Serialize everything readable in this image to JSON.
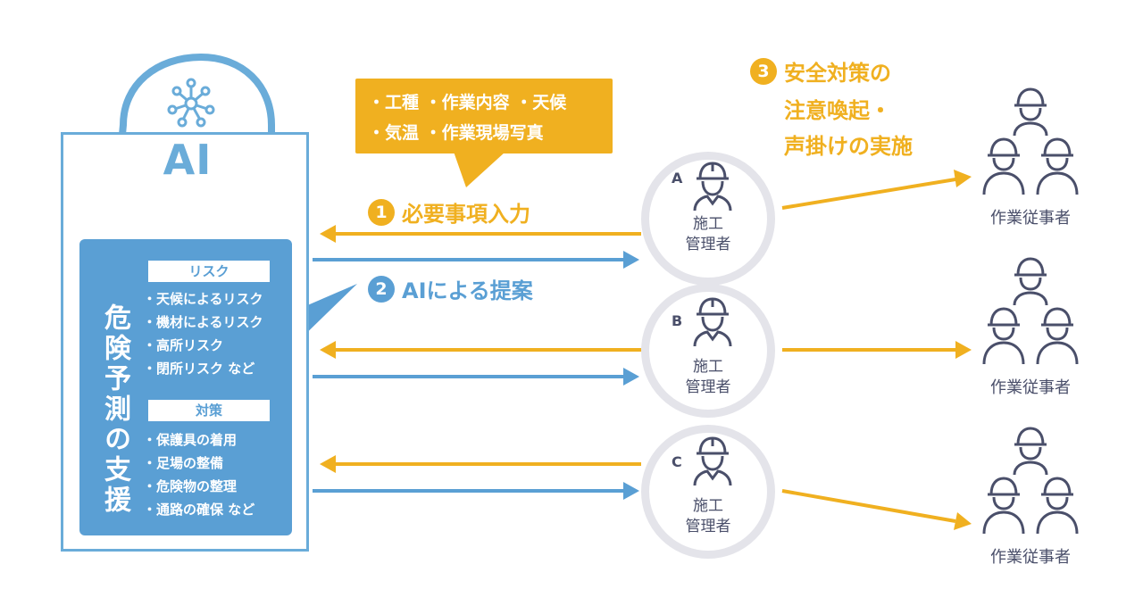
{
  "ai": {
    "label": "AI",
    "title": "危険予測の支援",
    "risk_header": "リスク",
    "risk_items": [
      "・天候によるリスク",
      "・機材によるリスク",
      "・高所リスク",
      "・閉所リスク など"
    ],
    "measure_header": "対策",
    "measure_items": [
      "・保護具の着用",
      "・足場の整備",
      "・危険物の整理",
      "・通路の確保 など"
    ]
  },
  "input_callout": {
    "line1": "・工種 ・作業内容 ・天候",
    "line2": "・気温 ・作業現場写真"
  },
  "steps": {
    "step1": {
      "number": "1",
      "label": "必要事項入力"
    },
    "step2": {
      "number": "2",
      "label": "AIによる提案"
    },
    "step3": {
      "number": "3",
      "line1": "安全対策の",
      "line2": "注意喚起・",
      "line3": "声掛けの実施"
    }
  },
  "managers": [
    {
      "letter": "A",
      "role_line1": "施工",
      "role_line2": "管理者"
    },
    {
      "letter": "B",
      "role_line1": "施工",
      "role_line2": "管理者"
    },
    {
      "letter": "C",
      "role_line1": "施工",
      "role_line2": "管理者"
    }
  ],
  "workers": {
    "caption": "作業従事者"
  },
  "colors": {
    "ai_blue": "#5a9fd4",
    "orange": "#f0b020",
    "icon_gray": "#4a4f6a",
    "circle_border": "#e4e4ea"
  },
  "icons": [
    "ai-head-icon",
    "neural-network-icon",
    "warning-icon",
    "construction-worker-icon",
    "worker-group-icon"
  ]
}
